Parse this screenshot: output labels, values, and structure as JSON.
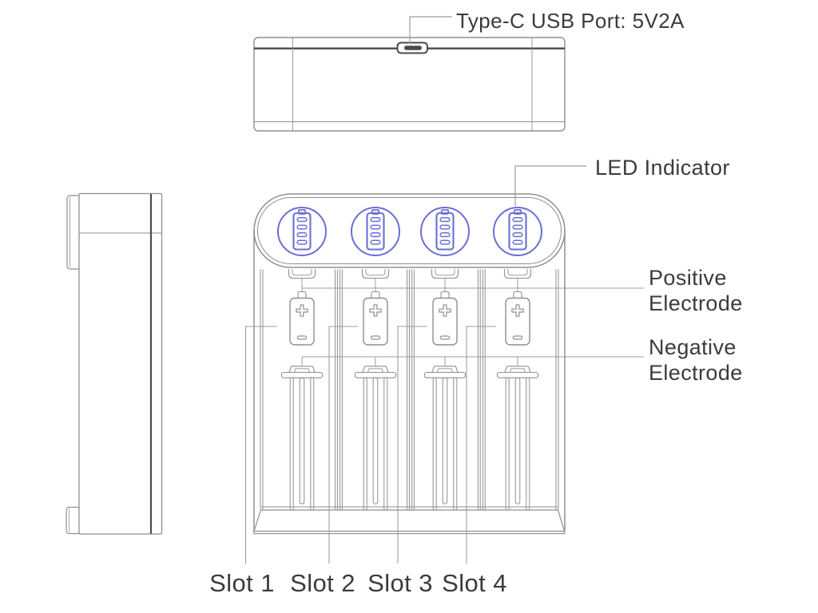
{
  "labels": {
    "usb_port": "Type-C USB Port: 5V2A",
    "led_indicator": "LED Indicator",
    "positive_electrode_line1": "Positive",
    "positive_electrode_line2": "Electrode",
    "negative_electrode_line1": "Negative",
    "negative_electrode_line2": "Electrode",
    "slots": [
      {
        "label": "Slot 1"
      },
      {
        "label": "Slot 2"
      },
      {
        "label": "Slot 3"
      },
      {
        "label": "Slot 4"
      }
    ]
  },
  "icons": {
    "led_battery_icon": "battery-charge-level-icon",
    "usb_c_port_icon": "usb-c-port-icon",
    "plus_icon": "plus-polarity-icon",
    "minus_icon": "minus-polarity-icon"
  },
  "colors": {
    "accent_blue": "#6a6ed5",
    "outline_gray": "#8f8f8f",
    "dark_gray": "#4a4a4a",
    "callout_gray": "#9e9e9e",
    "text": "#3b3b3b",
    "background": "#ffffff"
  }
}
